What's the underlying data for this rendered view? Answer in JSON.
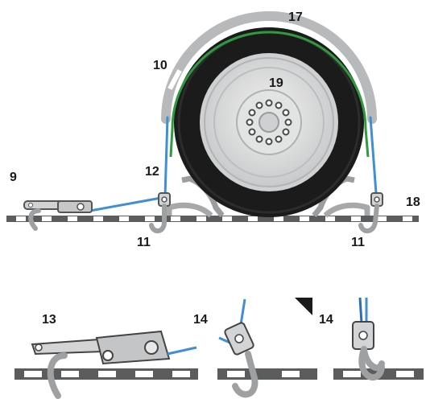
{
  "labels": {
    "ratchet_top": "9",
    "tire_guard": "10",
    "hook_left": "11",
    "hook_right": "11",
    "strap": "12",
    "ratchet_detail": "13",
    "hook_detail_left": "14",
    "hook_detail_right": "14",
    "strap_arc": "17",
    "rail": "18",
    "wheel": "19"
  },
  "colors": {
    "strap": "#3f8fd2",
    "arc_strap": "#2f9a3e",
    "tire": "#1b1b1b",
    "rim": "#d9dadb",
    "metal": "#bfc0c1",
    "rail": "#5b5c5e"
  }
}
